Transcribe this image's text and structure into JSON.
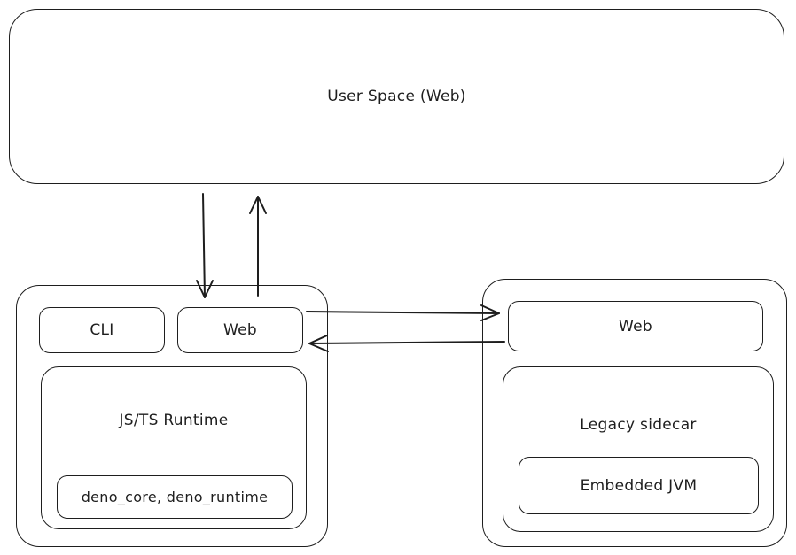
{
  "user_space": {
    "label": "User Space (Web)"
  },
  "deno_host": {
    "cli_label": "CLI",
    "web_label": "Web",
    "runtime": {
      "label": "JS/TS Runtime",
      "crates_label": "deno_core, deno_runtime"
    }
  },
  "sidecar_host": {
    "web_label": "Web",
    "sidecar": {
      "label": "Legacy sidecar",
      "jvm_label": "Embedded JVM"
    }
  },
  "colors": {
    "stroke": "#1e1e1e",
    "background": "#ffffff"
  }
}
